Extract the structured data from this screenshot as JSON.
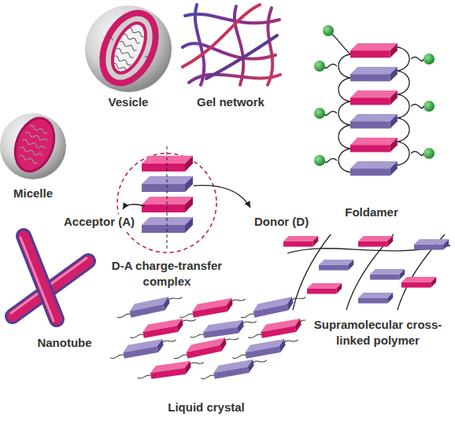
{
  "diagram": {
    "labels": [
      "Vesicle",
      "Gel network",
      "Micelle",
      "Foldamer",
      "Acceptor (A)",
      "Donor (D)",
      "D-A charge-transfer complex",
      "Nanotube",
      "Supramolecular cross-linked polymer",
      "Liquid crystal"
    ]
  }
}
